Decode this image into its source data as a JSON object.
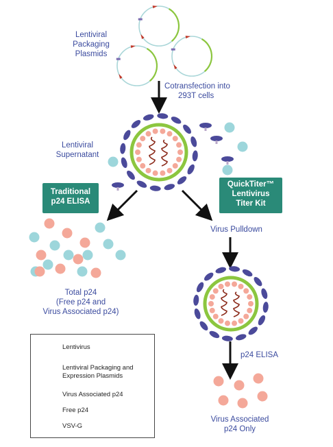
{
  "labels": {
    "packaging_plasmids": [
      "Lentiviral",
      "Packaging",
      "Plasmids"
    ],
    "cotransfection": [
      "Cotransfection into",
      "293T cells"
    ],
    "supernatant": [
      "Lentiviral",
      "Supernatant"
    ],
    "virus_pulldown": "Virus Pulldown",
    "p24_elisa": "p24 ELISA",
    "total_p24": [
      "Total p24",
      "(Free p24 and",
      "Virus Associated p24)"
    ],
    "virus_associated_only": [
      "Virus Associated",
      "p24 Only"
    ]
  },
  "boxes": {
    "traditional": [
      "Traditional",
      "p24 ELISA"
    ],
    "quicktiter": [
      "QuickTiter™",
      "Lentivirus",
      "Titer Kit"
    ]
  },
  "legend": {
    "items": [
      {
        "icon": "lentivirus-icon",
        "label": [
          "Lentivirus"
        ]
      },
      {
        "icon": "plasmid-icon",
        "label": [
          "Lentiviral Packaging and",
          "Expression Plasmids"
        ]
      },
      {
        "icon": "virus-associated-p24-icon",
        "label": [
          "Virus Associated p24"
        ]
      },
      {
        "icon": "free-p24-icon",
        "label": [
          "Free p24"
        ]
      },
      {
        "icon": "vsv-g-icon",
        "label": [
          "VSV-G"
        ]
      }
    ]
  },
  "colors": {
    "label_text": "#3a4a9e",
    "teal_box": "#2a8a78",
    "envelope_green": "#8cc63f",
    "vsv_g_purple": "#4b4a9a",
    "p24_associated": "#f4a899",
    "p24_free": "#9dd6db",
    "rna_brown": "#8b2a1a",
    "plasmid_ring": "#a9d6d8",
    "plasmid_red": "#c0392b"
  }
}
